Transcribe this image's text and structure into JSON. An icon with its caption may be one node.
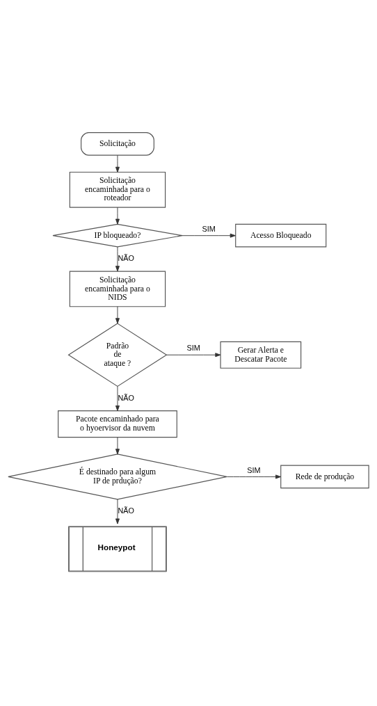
{
  "diagram": {
    "nodes": [
      {
        "text": [
          "Solicitação"
        ]
      },
      {
        "text": [
          "Solicitação encaminhada para o roteador"
        ]
      },
      {
        "text": [
          "IP bloqueado?"
        ]
      },
      {
        "text": [
          "Acesso Bloqueado"
        ]
      },
      {
        "text": [
          "Solicitação encaminhada para o NIDS"
        ]
      },
      {
        "text": [
          "Padrão de ataque ?"
        ]
      },
      {
        "text": [
          "Gerar Alerta e Descatar Pacote"
        ]
      },
      {
        "text": [
          "Pacote encaminhado para o hyoervisor da nuvem"
        ]
      },
      {
        "text": [
          "É destinado para algum IP de prdução?"
        ]
      },
      {
        "text": [
          "Rede de produção"
        ]
      },
      {
        "text": [
          "Honeypot"
        ]
      }
    ],
    "edges": [
      {
        "from": 0,
        "to": 1,
        "arrow": "to"
      },
      {
        "from": 1,
        "to": 2,
        "arrow": "to"
      },
      {
        "from": 2,
        "to": 3,
        "arrow": "to",
        "label": "SIM"
      },
      {
        "from": 2,
        "to": 4,
        "arrow": "to",
        "label": "NÃO"
      },
      {
        "from": 4,
        "to": 5,
        "arrow": "to"
      },
      {
        "from": 5,
        "to": 6,
        "arrow": "to",
        "label": "SIM"
      },
      {
        "from": 5,
        "to": 7,
        "arrow": "to",
        "label": "NÃO"
      },
      {
        "from": 7,
        "to": 8,
        "arrow": "to"
      },
      {
        "from": 8,
        "to": 9,
        "arrow": "to",
        "label": "SIM"
      },
      {
        "from": 8,
        "to": 10,
        "arrow": "to",
        "label": "NÃO"
      }
    ]
  }
}
